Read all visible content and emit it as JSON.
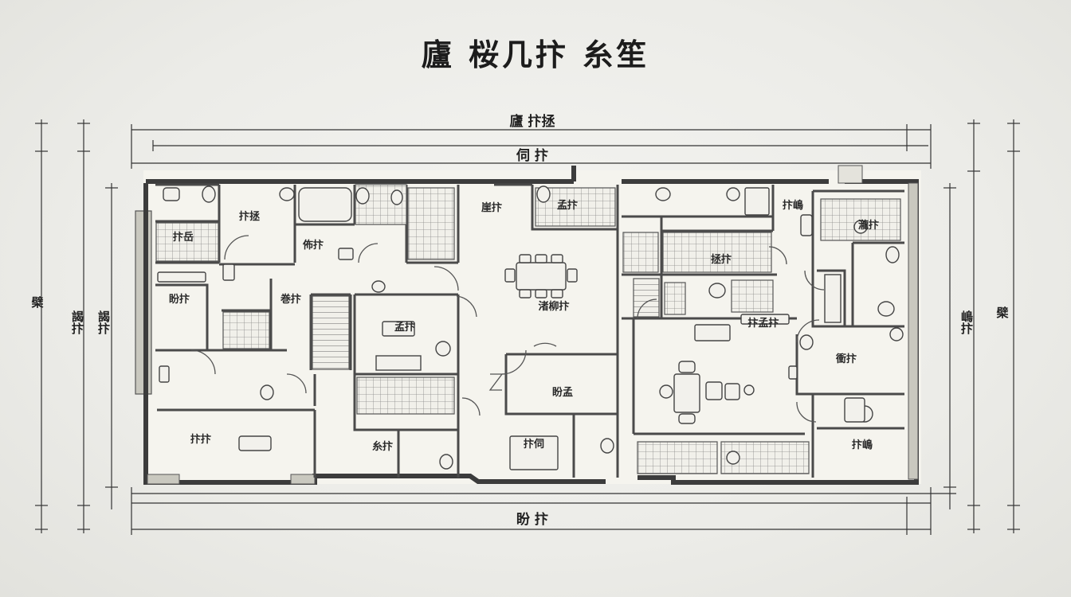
{
  "diagram": {
    "title": "廬 桜几抃 糸笙",
    "dims": {
      "top_outer": "廬 抃拯",
      "top_inner": "伺 抃",
      "bottom": "盼 抃",
      "left_outer": "檗",
      "left_mid": "謁抃",
      "left_inner": "謁抃",
      "right_inner": "嶋抃",
      "right_outer": "檗"
    },
    "rooms": [
      {
        "label": "抃拯"
      },
      {
        "label": "抃岳"
      },
      {
        "label": "佈抃"
      },
      {
        "label": "崖抃"
      },
      {
        "label": "孟抃"
      },
      {
        "label": "抃嶋"
      },
      {
        "label": "瀧抃"
      },
      {
        "label": "渚柳抃"
      },
      {
        "label": "拯抃"
      },
      {
        "label": "盼抃"
      },
      {
        "label": "巻抃"
      },
      {
        "label": "孟抃"
      },
      {
        "label": "盼孟"
      },
      {
        "label": "衝抃"
      },
      {
        "label": "抃抃"
      },
      {
        "label": "糸抃"
      },
      {
        "label": "抃伺"
      },
      {
        "label": "抃嶋"
      },
      {
        "label": "抃孟抃"
      }
    ]
  }
}
